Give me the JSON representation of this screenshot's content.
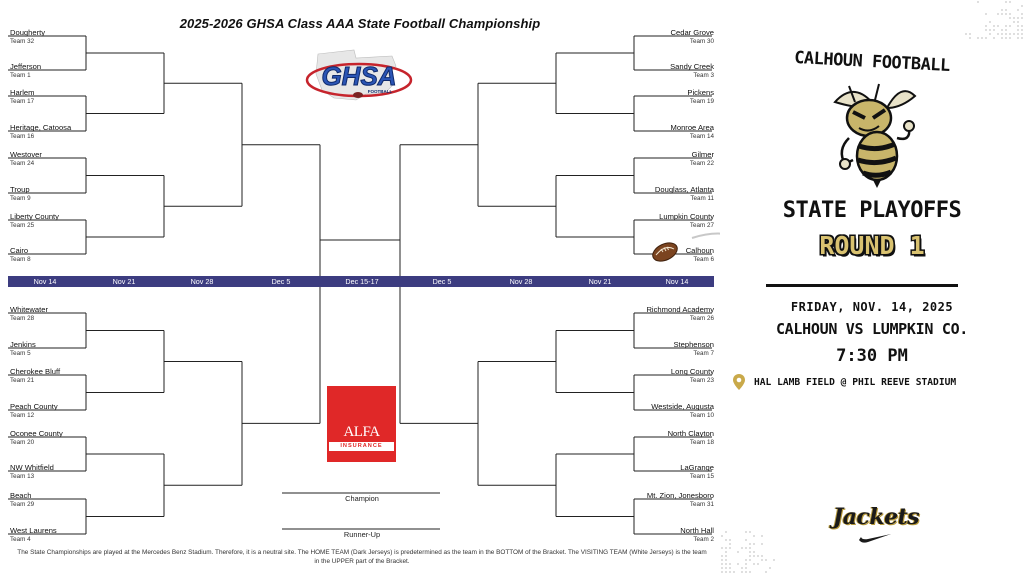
{
  "bracket": {
    "title": "2025-2026 GHSA Class AAA State Football Championship",
    "left_top": [
      {
        "name": "Dougherty",
        "seed": "Team 32"
      },
      {
        "name": "Jefferson",
        "seed": "Team 1"
      },
      {
        "name": "Harlem",
        "seed": "Team 17"
      },
      {
        "name": "Heritage, Catoosa",
        "seed": "Team 16"
      },
      {
        "name": "Westover",
        "seed": "Team 24"
      },
      {
        "name": "Troup",
        "seed": "Team 9"
      },
      {
        "name": "Liberty County",
        "seed": "Team 25"
      },
      {
        "name": "Cairo",
        "seed": "Team 8"
      }
    ],
    "left_bottom": [
      {
        "name": "Whitewater",
        "seed": "Team 28"
      },
      {
        "name": "Jenkins",
        "seed": "Team 5"
      },
      {
        "name": "Cherokee Bluff",
        "seed": "Team 21"
      },
      {
        "name": "Peach County",
        "seed": "Team 12"
      },
      {
        "name": "Oconee County",
        "seed": "Team 20"
      },
      {
        "name": "NW Whitfield",
        "seed": "Team 13"
      },
      {
        "name": "Beach",
        "seed": "Team 29"
      },
      {
        "name": "West Laurens",
        "seed": "Team 4"
      }
    ],
    "right_top": [
      {
        "name": "Cedar Grove",
        "seed": "Team 30"
      },
      {
        "name": "Sandy Creek",
        "seed": "Team 3"
      },
      {
        "name": "Pickens",
        "seed": "Team 19"
      },
      {
        "name": "Monroe Area",
        "seed": "Team 14"
      },
      {
        "name": "Gilmer",
        "seed": "Team 22"
      },
      {
        "name": "Douglass, Atlanta",
        "seed": "Team 11"
      },
      {
        "name": "Lumpkin County",
        "seed": "Team 27"
      },
      {
        "name": "Calhoun",
        "seed": "Team 6"
      }
    ],
    "right_bottom": [
      {
        "name": "Richmond Academy",
        "seed": "Team 26"
      },
      {
        "name": "Stephenson",
        "seed": "Team 7"
      },
      {
        "name": "Long County",
        "seed": "Team 23"
      },
      {
        "name": "Westside, Augusta",
        "seed": "Team 10"
      },
      {
        "name": "North Clayton",
        "seed": "Team 18"
      },
      {
        "name": "LaGrange",
        "seed": "Team 15"
      },
      {
        "name": "Mt. Zion, Jonesboro",
        "seed": "Team 31"
      },
      {
        "name": "North Hall",
        "seed": "Team 2"
      }
    ],
    "dates": [
      "Nov 14",
      "Nov 21",
      "Nov 28",
      "Dec 5",
      "Dec 15-17",
      "Dec 5",
      "Nov 28",
      "Nov 21",
      "Nov 14"
    ],
    "champion_label": "Champion",
    "runnerup_label": "Runner-Up",
    "footer": "The State Championships are played at the Mercedes Benz Stadium. Therefore, it is a neutral site. The HOME TEAM (Dark Jerseys) is predetermined as the team in the BOTTOM of the Bracket. The VISITING TEAM (White Jerseys) is the team in the UPPER part of the Bracket.",
    "ghsa_logo_text": "GHSA",
    "ghsa_logo_sub": "FOOTBALL",
    "sponsor_name": "ALFA",
    "sponsor_sub": "INSURANCE",
    "bar_color": "#3c3c80"
  },
  "promo": {
    "title": "CALHOUN FOOTBALL",
    "headline": "STATE PLAYOFFS",
    "round": "ROUND 1",
    "date": "FRIDAY, NOV. 14, 2025",
    "matchup": "CALHOUN VS LUMPKIN CO.",
    "time": "7:30 PM",
    "venue": "HAL LAMB FIELD @ PHIL REEVE STADIUM",
    "logo_word": "Jackets",
    "accent_gold": "#d9c270",
    "pin_color": "#c9a94a",
    "icons": [
      "yellow-jacket-mascot-icon",
      "football-icon",
      "curved-arrow-icon",
      "map-pin-icon",
      "swoosh-icon"
    ]
  }
}
